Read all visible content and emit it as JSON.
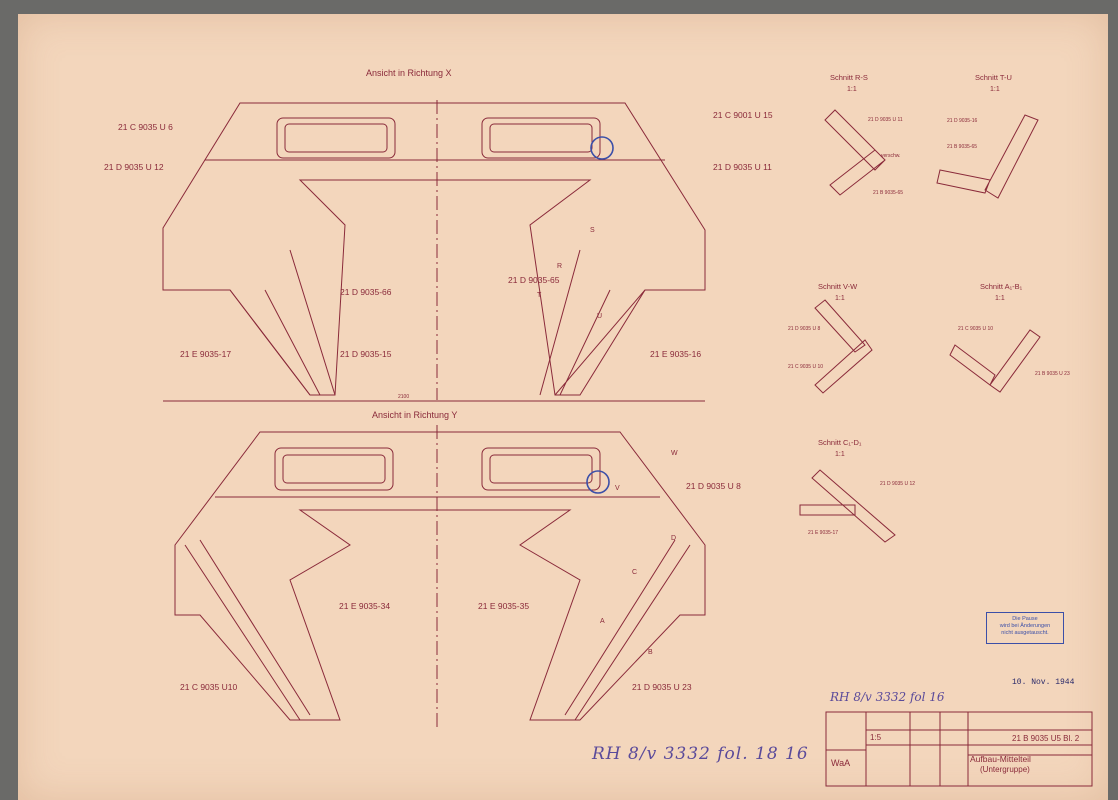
{
  "colors": {
    "ink": "#8a2a3a",
    "paper": "#f3d6bc",
    "stamp": "#3b4fa8",
    "pencil": "#5a4a9a"
  },
  "view_x": {
    "title": "Ansicht in Richtung X",
    "labels": {
      "c6": "21 C 9035 U 6",
      "d12": "21 D 9035 U 12",
      "c15": "21 C 9001 U 15",
      "d11": "21 D 9035 U 11",
      "d66": "21 D 9035-66",
      "e17": "21 E 9035-17",
      "d15": "21 D 9035-15",
      "d65": "21 D 9035-65",
      "e16": "21 E 9035-16",
      "dim": "2100",
      "s": "S",
      "r": "R",
      "t": "T",
      "u": "U"
    }
  },
  "view_y": {
    "title": "Ansicht in Richtung Y",
    "labels": {
      "d8": "21 D 9035 U 8",
      "e34": "21 E 9035-34",
      "e35": "21 E 9035-35",
      "c10": "21 C 9035 U10",
      "d23": "21 D 9035 U 23",
      "w": "W",
      "v": "V",
      "d1": "D",
      "c1": "C",
      "a1": "A",
      "b1": "B"
    }
  },
  "sections": {
    "rs_title": "Schnitt R-S",
    "rs_scale": "1:1",
    "rs_a": "21 D 9035 U 11",
    "rs_b": "verschw.",
    "rs_c": "21 B 9035-65",
    "tu_title": "Schnitt T-U",
    "tu_scale": "1:1",
    "tu_a": "21 D 9035-16",
    "tu_b": "21 B 9035-65",
    "vw_title": "Schnitt V-W",
    "vw_scale": "1:1",
    "vw_a": "21 D 9035 U 8",
    "vw_b": "21 C 9035 U 10",
    "ab_title": "Schnitt A₁-B₁",
    "ab_scale": "1:1",
    "ab_a": "21 C 9035 U 10",
    "ab_b": "21 B 9035 U 23",
    "cd_title": "Schnitt C₁-D₁",
    "cd_scale": "1:1",
    "cd_a": "21 D 9035 U 12",
    "cd_b": "21 E 9035-17"
  },
  "stamp": {
    "line1": "Die Pause",
    "line2": "wird bei Änderungen",
    "line3": "nicht ausgetauscht."
  },
  "date": "10. Nov. 1944",
  "archive": {
    "top": "RH 8/v 3332 fol 16",
    "bottom": "RH 8/v 3332 fol. 18 16"
  },
  "titleblock": {
    "number": "21 B 9035 U5 Bl. 2",
    "scale": "1:5",
    "title": "Aufbau-Mittelteil",
    "subtitle": "(Untergruppe)",
    "waa": "WaA"
  }
}
